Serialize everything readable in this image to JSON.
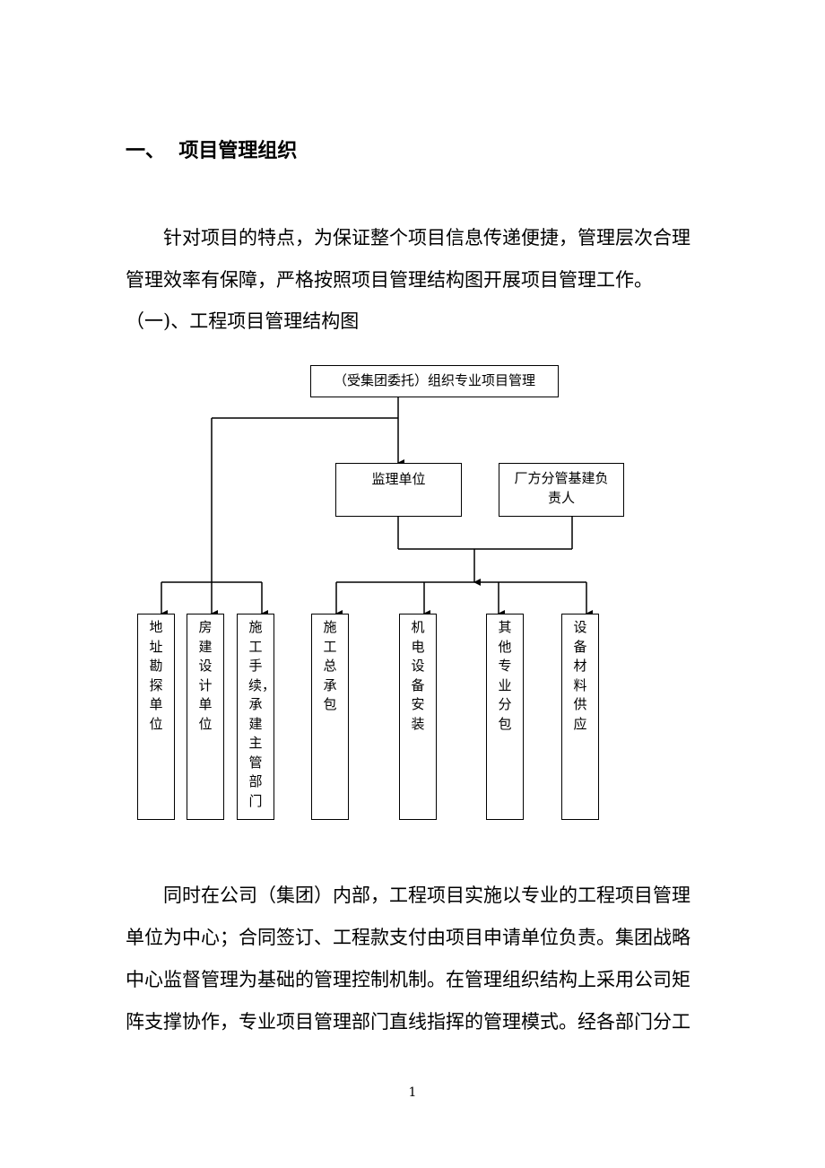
{
  "document": {
    "heading": "一、  项目管理组织",
    "paragraph1": "针对项目的特点，为保证整个项目信息传递便捷，管理层次合理管理效率有保障，严格按照项目管理结构图开展项目管理工作。",
    "subheading": "（一)、工程项目管理结构图",
    "paragraph2": "同时在公司（集团）内部，工程项目实施以专业的工程项目管理单位为中心；合同签订、工程款支付由项目申请单位负责。集团战略中心监督管理为基础的管理控制机制。在管理组织结构上采用公司矩阵支撑协作，专业项目管理部门直线指挥的管理模式。经各部门分工",
    "page_number": "1"
  },
  "org_chart": {
    "top": "（受集团委托）组织专业项目管理",
    "supervision": "监理单位",
    "factory_manager": "厂方分管基建负责人",
    "units": [
      "地址勘探单位",
      "房建设计单位",
      "施工手续，承建主管部门",
      "施工总承包",
      "机电设备安装",
      "其他专业分包",
      "设备材料供应"
    ]
  }
}
